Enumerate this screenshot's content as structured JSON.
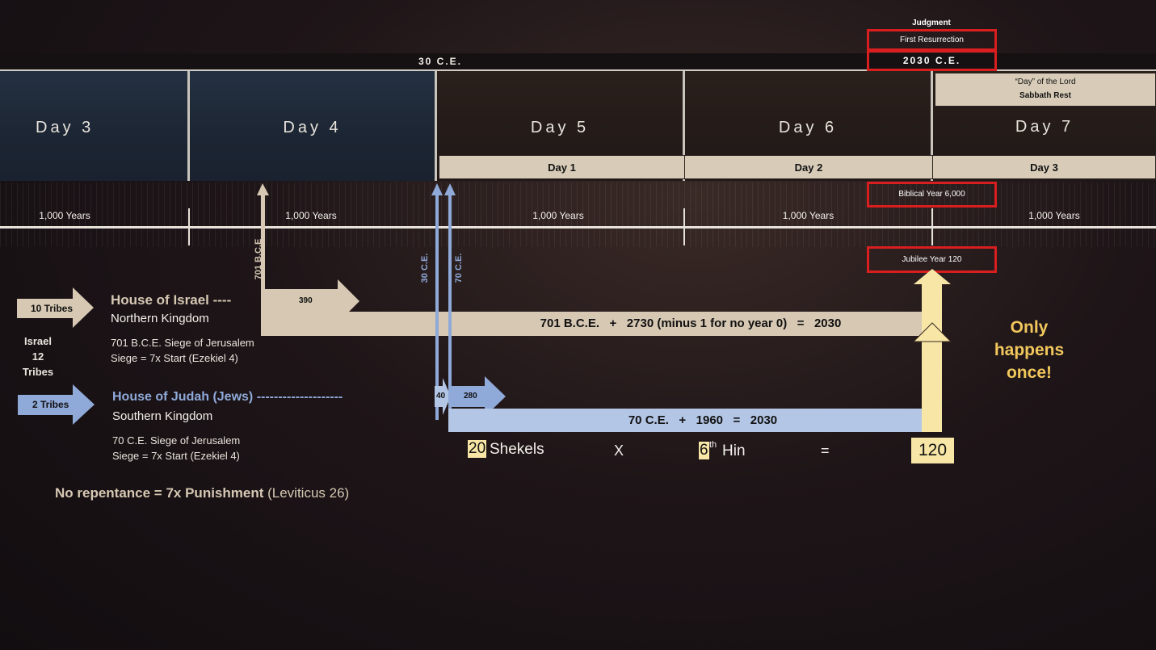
{
  "top": {
    "judgment": "Judgment",
    "first_resurrection": "First Resurrection",
    "ce30": "30 C.E.",
    "ce2030": "2030 C.E."
  },
  "days": [
    "Day 3",
    "Day 4",
    "Day 5",
    "Day 6",
    "Day 7"
  ],
  "lord_box": {
    "line1": "“Day” of the Lord",
    "line2": "Sabbath Rest"
  },
  "subdays": [
    "Day 1",
    "Day 2",
    "Day 3"
  ],
  "biblical_year": "Biblical Year 6,000",
  "jubilee_year": "Jubilee Year 120",
  "thousand_years": [
    "1,000 Years",
    "1,000 Years",
    "1,000 Years",
    "1,000 Years",
    "1,000 Years"
  ],
  "vertical_labels": {
    "bce701": "701 B.C.E",
    "ce30": "30 C.E.",
    "ce70": "70 C.E."
  },
  "israel": {
    "tribes_arrow": "10 Tribes",
    "title": "House of Israel ----",
    "kingdom": "Northern Kingdom",
    "siege": "701 B.C.E. Siege of Jerusalem",
    "siege7x": "Siege = 7x Start (Ezekiel 4)",
    "arrow_value": "390",
    "equation": "701 B.C.E.   +   2730 (minus 1 for no year 0)   =   2030"
  },
  "israel_side": {
    "line1": "Israel",
    "line2": "12",
    "line3": "Tribes"
  },
  "judah": {
    "tribes_arrow": "2 Tribes",
    "title": "House of Judah (Jews) --------------------",
    "kingdom": "Southern Kingdom",
    "siege": "70 C.E. Siege of Jerusalem",
    "siege7x": "Siege = 7x Start (Ezekiel 4)",
    "arrow40": "40",
    "arrow280": "280",
    "equation": "70 C.E.   +   1960   =   2030"
  },
  "formula": {
    "n20": "20",
    "shekels": "Shekels",
    "x": "X",
    "n6": "6",
    "th": "th",
    "hin": "Hin",
    "eq": "=",
    "result": "120"
  },
  "only_once": {
    "line1": "Only",
    "line2": "happens",
    "line3": "once!"
  },
  "repentance": {
    "bold": "No repentance = 7x Punishment",
    "ref": " (Leviticus 26)"
  },
  "colors": {
    "tan": "#d6c8b3",
    "blue": "#b3c6e6",
    "red": "#d81e1e",
    "yellow": "#f7e6a6",
    "gold": "#f2c75c"
  }
}
